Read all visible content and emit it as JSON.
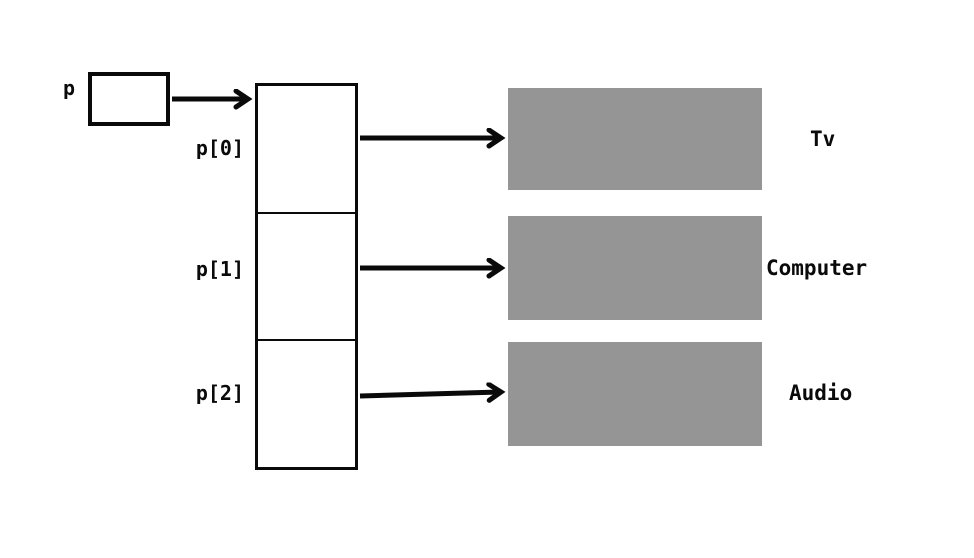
{
  "diagram": {
    "pointer": {
      "label": "p"
    },
    "array": {
      "cells": [
        {
          "label": "p[0]"
        },
        {
          "label": "p[1]"
        },
        {
          "label": "p[2]"
        }
      ]
    },
    "targets": [
      {
        "label": "Tv"
      },
      {
        "label": "Computer"
      },
      {
        "label": "Audio"
      }
    ],
    "colors": {
      "target_fill": "#959595",
      "line": "#0a0a0a",
      "background": "#ffffff"
    }
  }
}
